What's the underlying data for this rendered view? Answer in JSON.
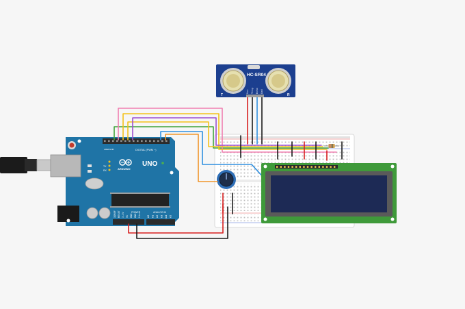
{
  "sensor": {
    "model": "HC-SR04",
    "left_mark": "T",
    "right_mark": "R",
    "pins": [
      "Vcc",
      "Trig",
      "Echo",
      "Gnd"
    ]
  },
  "arduino": {
    "brand": "ARDUINO",
    "model": "UNO",
    "digital_header": "DIGITAL (PWM ~)",
    "power_label": "POWER",
    "analog_label": "ANALOG IN",
    "aref": "AREF",
    "gnd": "GND",
    "tx": "TX",
    "rx": "RX",
    "power_pins": [
      "IOREF",
      "RESET",
      "3.3V",
      "5V",
      "GND",
      "GND",
      "Vin"
    ],
    "analog_pins": [
      "A0",
      "A1",
      "A2",
      "A3",
      "A4",
      "A5"
    ]
  },
  "colors": {
    "background": "#f6f6f6",
    "arduino_board": "#1f74a6",
    "sensor_board": "#1c3f8f",
    "lcd_board": "#3f9a3a",
    "lcd_screen": "#1d2a55",
    "wire_red": "#d71f1f",
    "wire_black": "#1a1a1a",
    "wire_orange": "#f0952a",
    "wire_yellow": "#f3c21b",
    "wire_green": "#3fa33a",
    "wire_purple": "#9b4fd0",
    "wire_blue": "#2f8fe0",
    "wire_pink": "#f07fb0"
  }
}
